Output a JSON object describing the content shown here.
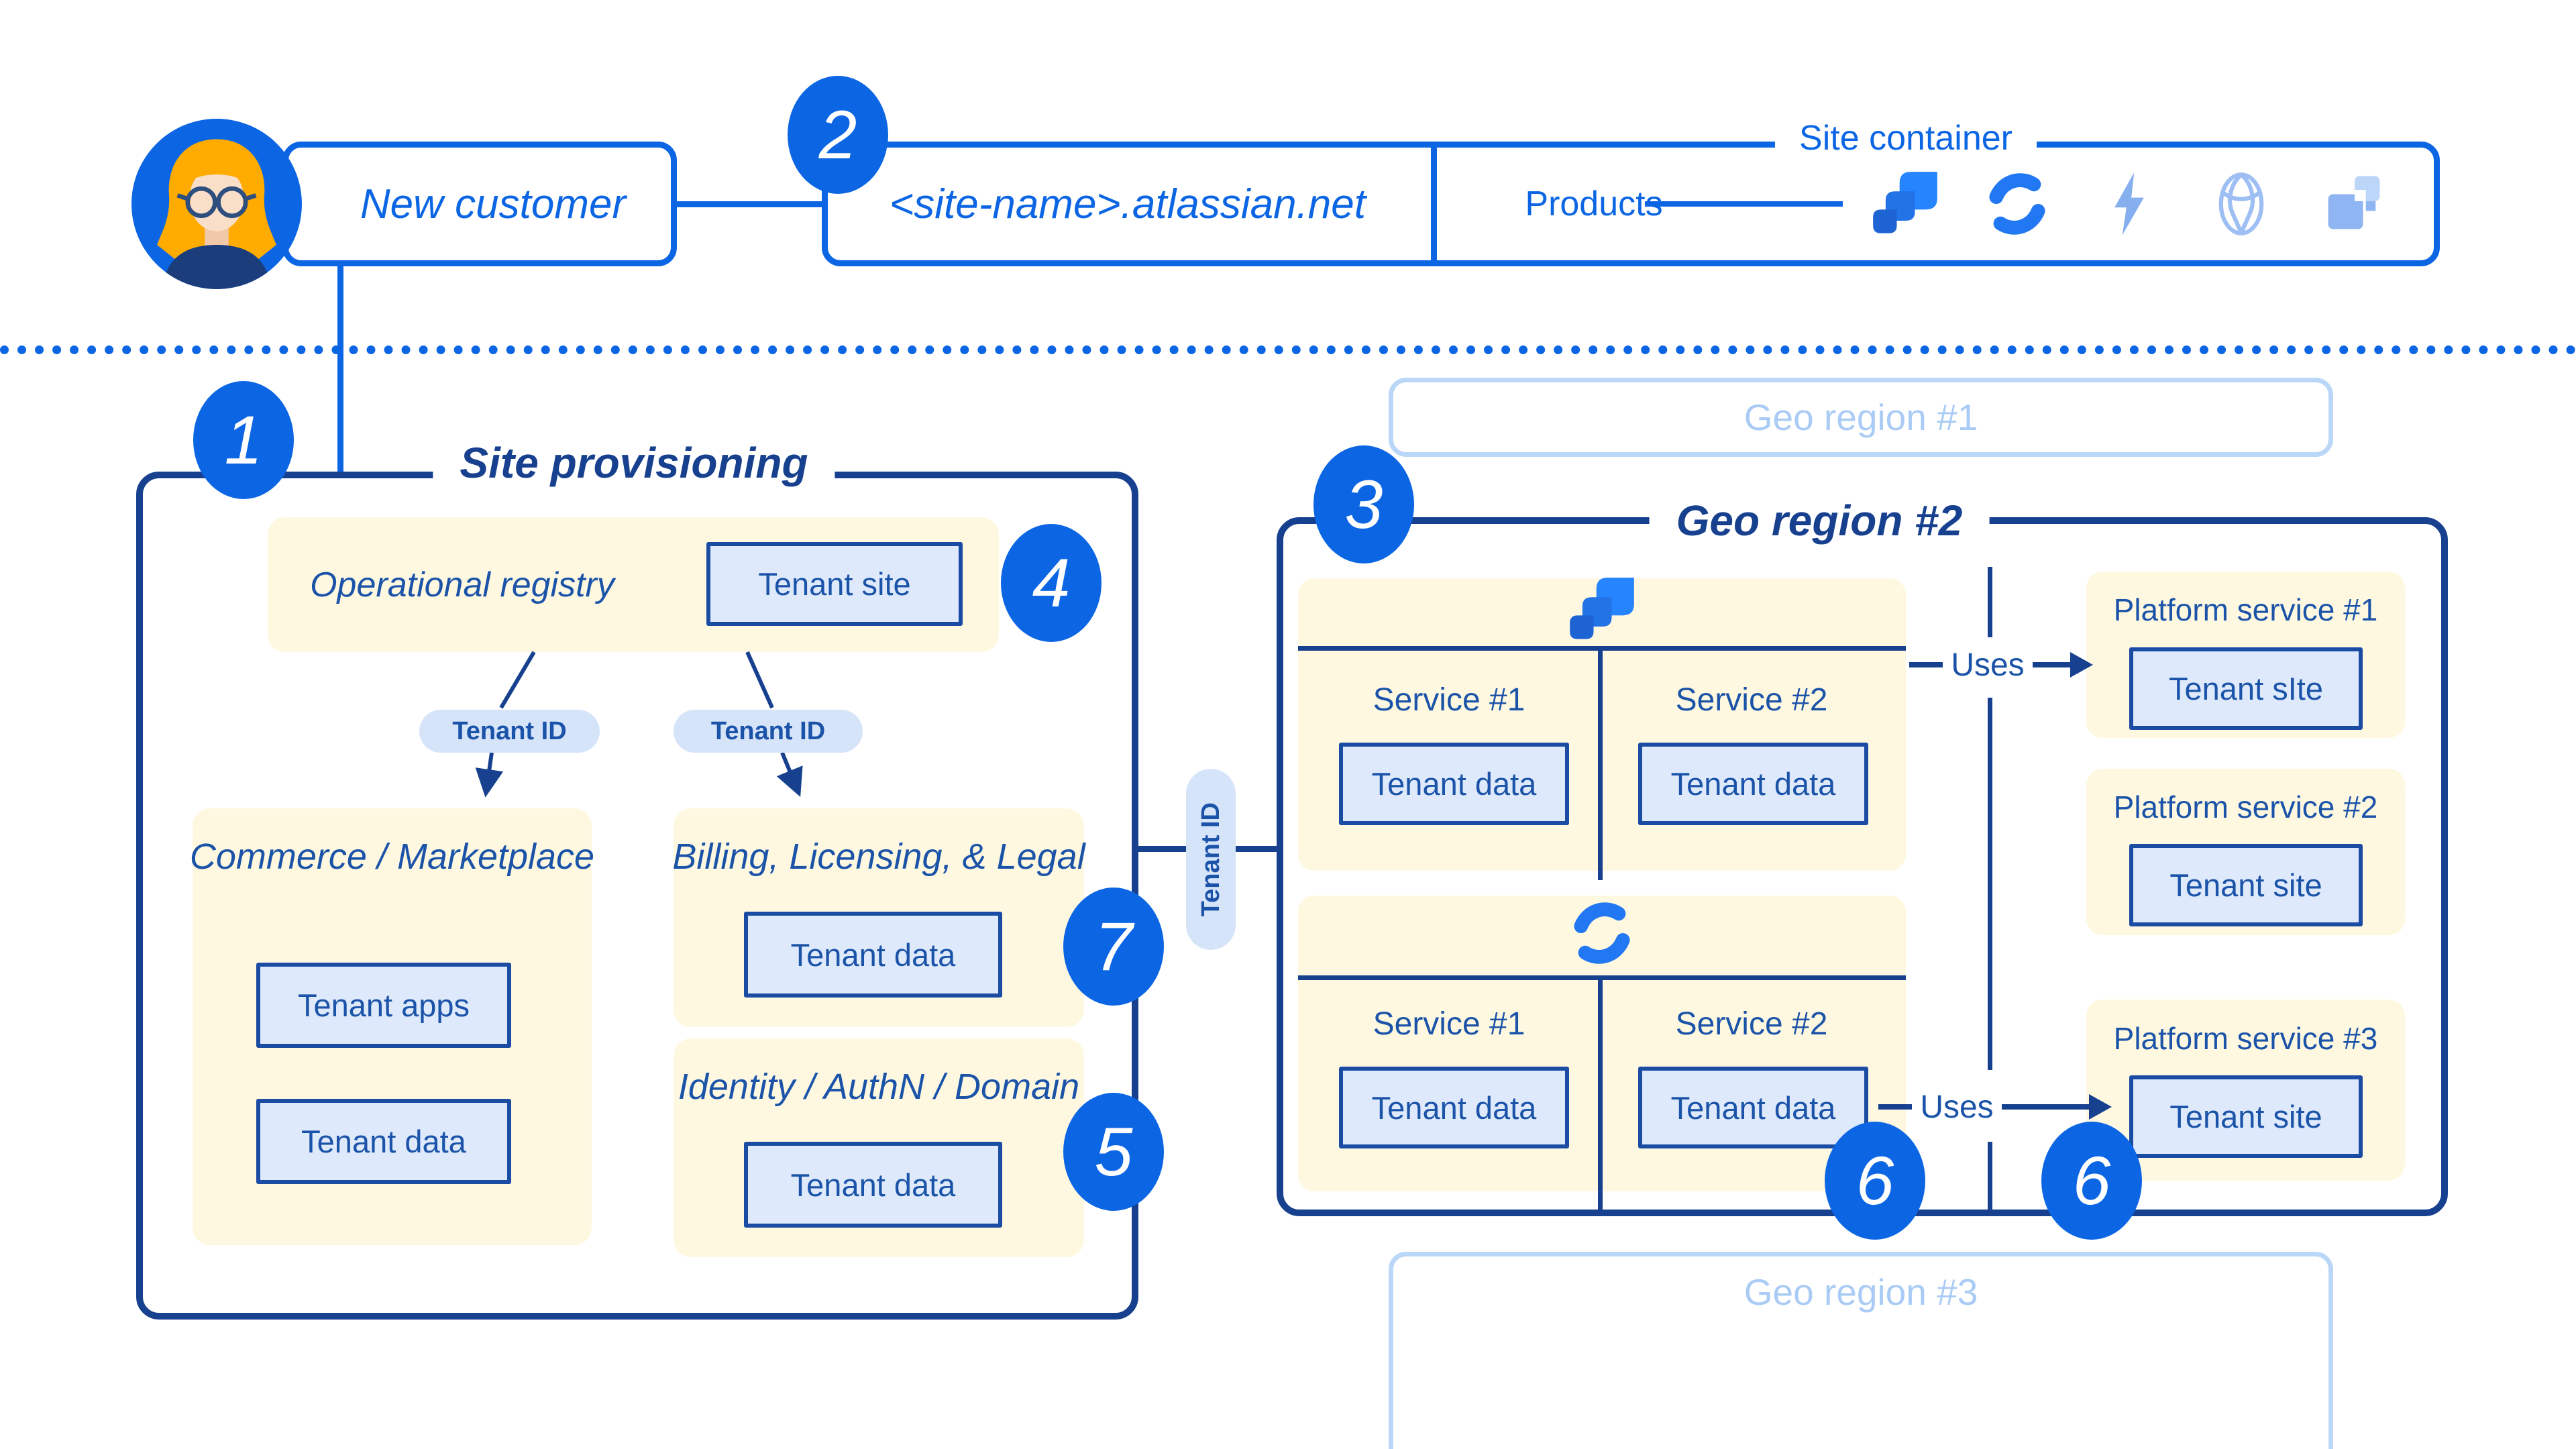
{
  "colors": {
    "accent_bright_blue": "#0C66E4",
    "navy": "#17418F",
    "box_border_blue": "#1A4CA3",
    "text_blue": "#1A53A8",
    "panel_cream": "#FFF8E1",
    "box_fill_light_blue": "#DEE9FB",
    "faded_region_blue": "#BAD7F8"
  },
  "customer": {
    "label": "New customer"
  },
  "site": {
    "url": "<site-name>.atlassian.net",
    "container_label": "Site container",
    "products_label": "Products",
    "product_icons": [
      "jira-icon",
      "confluence-icon",
      "lightning-icon",
      "globe-icon",
      "squares-icon"
    ]
  },
  "badges": {
    "one": "1",
    "two": "2",
    "three": "3",
    "four": "4",
    "five": "5",
    "six_left": "6",
    "six_right": "6",
    "seven": "7"
  },
  "site_provisioning": {
    "title": "Site provisioning",
    "operational_registry": {
      "title": "Operational registry",
      "tenant_site": "Tenant site"
    },
    "tenant_id_pills": [
      "Tenant ID",
      "Tenant ID"
    ],
    "commerce": {
      "title": "Commerce / Marketplace",
      "tenant_apps": "Tenant apps",
      "tenant_data": "Tenant data"
    },
    "billing": {
      "title": "Billing, Licensing, & Legal",
      "tenant_data": "Tenant data"
    },
    "identity": {
      "title": "Identity / AuthN / Domain",
      "tenant_data": "Tenant data"
    }
  },
  "connector": {
    "tenant_id": "Tenant ID"
  },
  "geo_regions": {
    "region1": {
      "title": "Geo region #1"
    },
    "region2": {
      "title": "Geo region #2",
      "uses_label": "Uses",
      "products": [
        {
          "icon": "jira-icon",
          "services": [
            {
              "name": "Service #1",
              "tenant_data": "Tenant data"
            },
            {
              "name": "Service #2",
              "tenant_data": "Tenant data"
            }
          ]
        },
        {
          "icon": "confluence-icon",
          "services": [
            {
              "name": "Service #1",
              "tenant_data": "Tenant data"
            },
            {
              "name": "Service #2",
              "tenant_data": "Tenant data"
            }
          ]
        }
      ],
      "platform_services": [
        {
          "title": "Platform service #1",
          "tenant_label": "Tenant sIte"
        },
        {
          "title": "Platform service #2",
          "tenant_label": "Tenant site"
        },
        {
          "title": "Platform service #3",
          "tenant_label": "Tenant site"
        }
      ]
    },
    "region3": {
      "title": "Geo region #3"
    }
  }
}
